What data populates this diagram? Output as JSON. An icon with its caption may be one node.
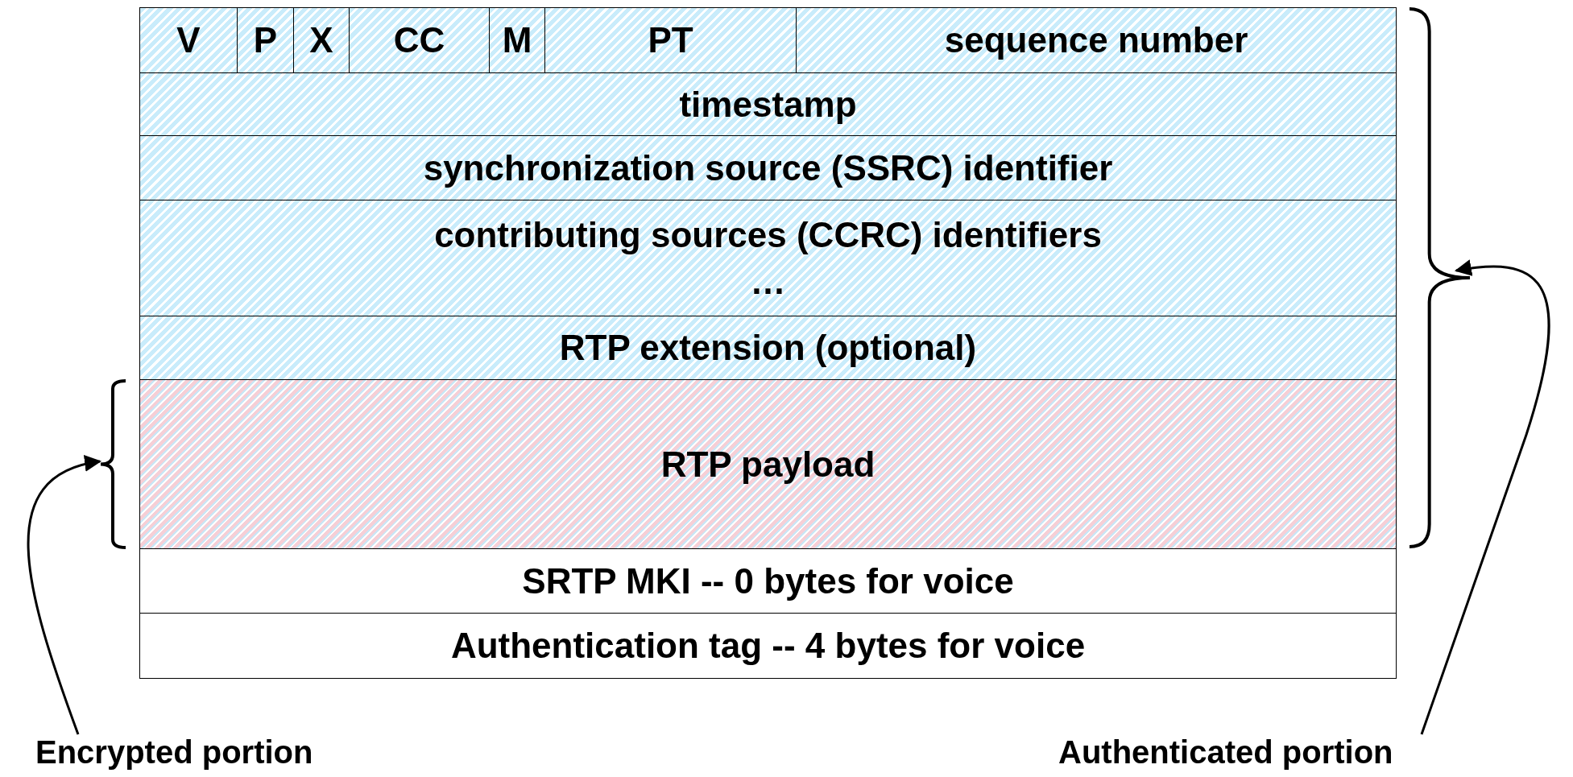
{
  "diagram": {
    "nodes": [
      {
        "text": [
          "V"
        ]
      },
      {
        "text": [
          "P"
        ]
      },
      {
        "text": [
          "X"
        ]
      },
      {
        "text": [
          "CC"
        ]
      },
      {
        "text": [
          "M"
        ]
      },
      {
        "text": [
          "PT"
        ]
      },
      {
        "text": [
          "sequence number"
        ]
      },
      {
        "text": [
          "timestamp"
        ]
      },
      {
        "text": [
          "synchronization source (SSRC) identifier"
        ]
      },
      {
        "text": [
          "contributing sources (CCRC) identifiers",
          "…"
        ]
      },
      {
        "text": [
          "RTP extension (optional)"
        ]
      },
      {
        "text": [
          "RTP payload"
        ]
      },
      {
        "text": [
          "SRTP MKI -- 0 bytes for voice"
        ]
      },
      {
        "text": [
          "Authentication tag -- 4 bytes for voice"
        ]
      },
      {
        "text": [
          "Encrypted portion"
        ]
      },
      {
        "text": [
          "Authenticated portion"
        ]
      },
      {
        "text": [],
        "shape": "brace"
      },
      {
        "text": [],
        "shape": "brace"
      }
    ],
    "edges": [
      {
        "from": 14,
        "to": 16,
        "arrow": "to"
      },
      {
        "from": 15,
        "to": 17,
        "arrow": "to"
      }
    ]
  }
}
